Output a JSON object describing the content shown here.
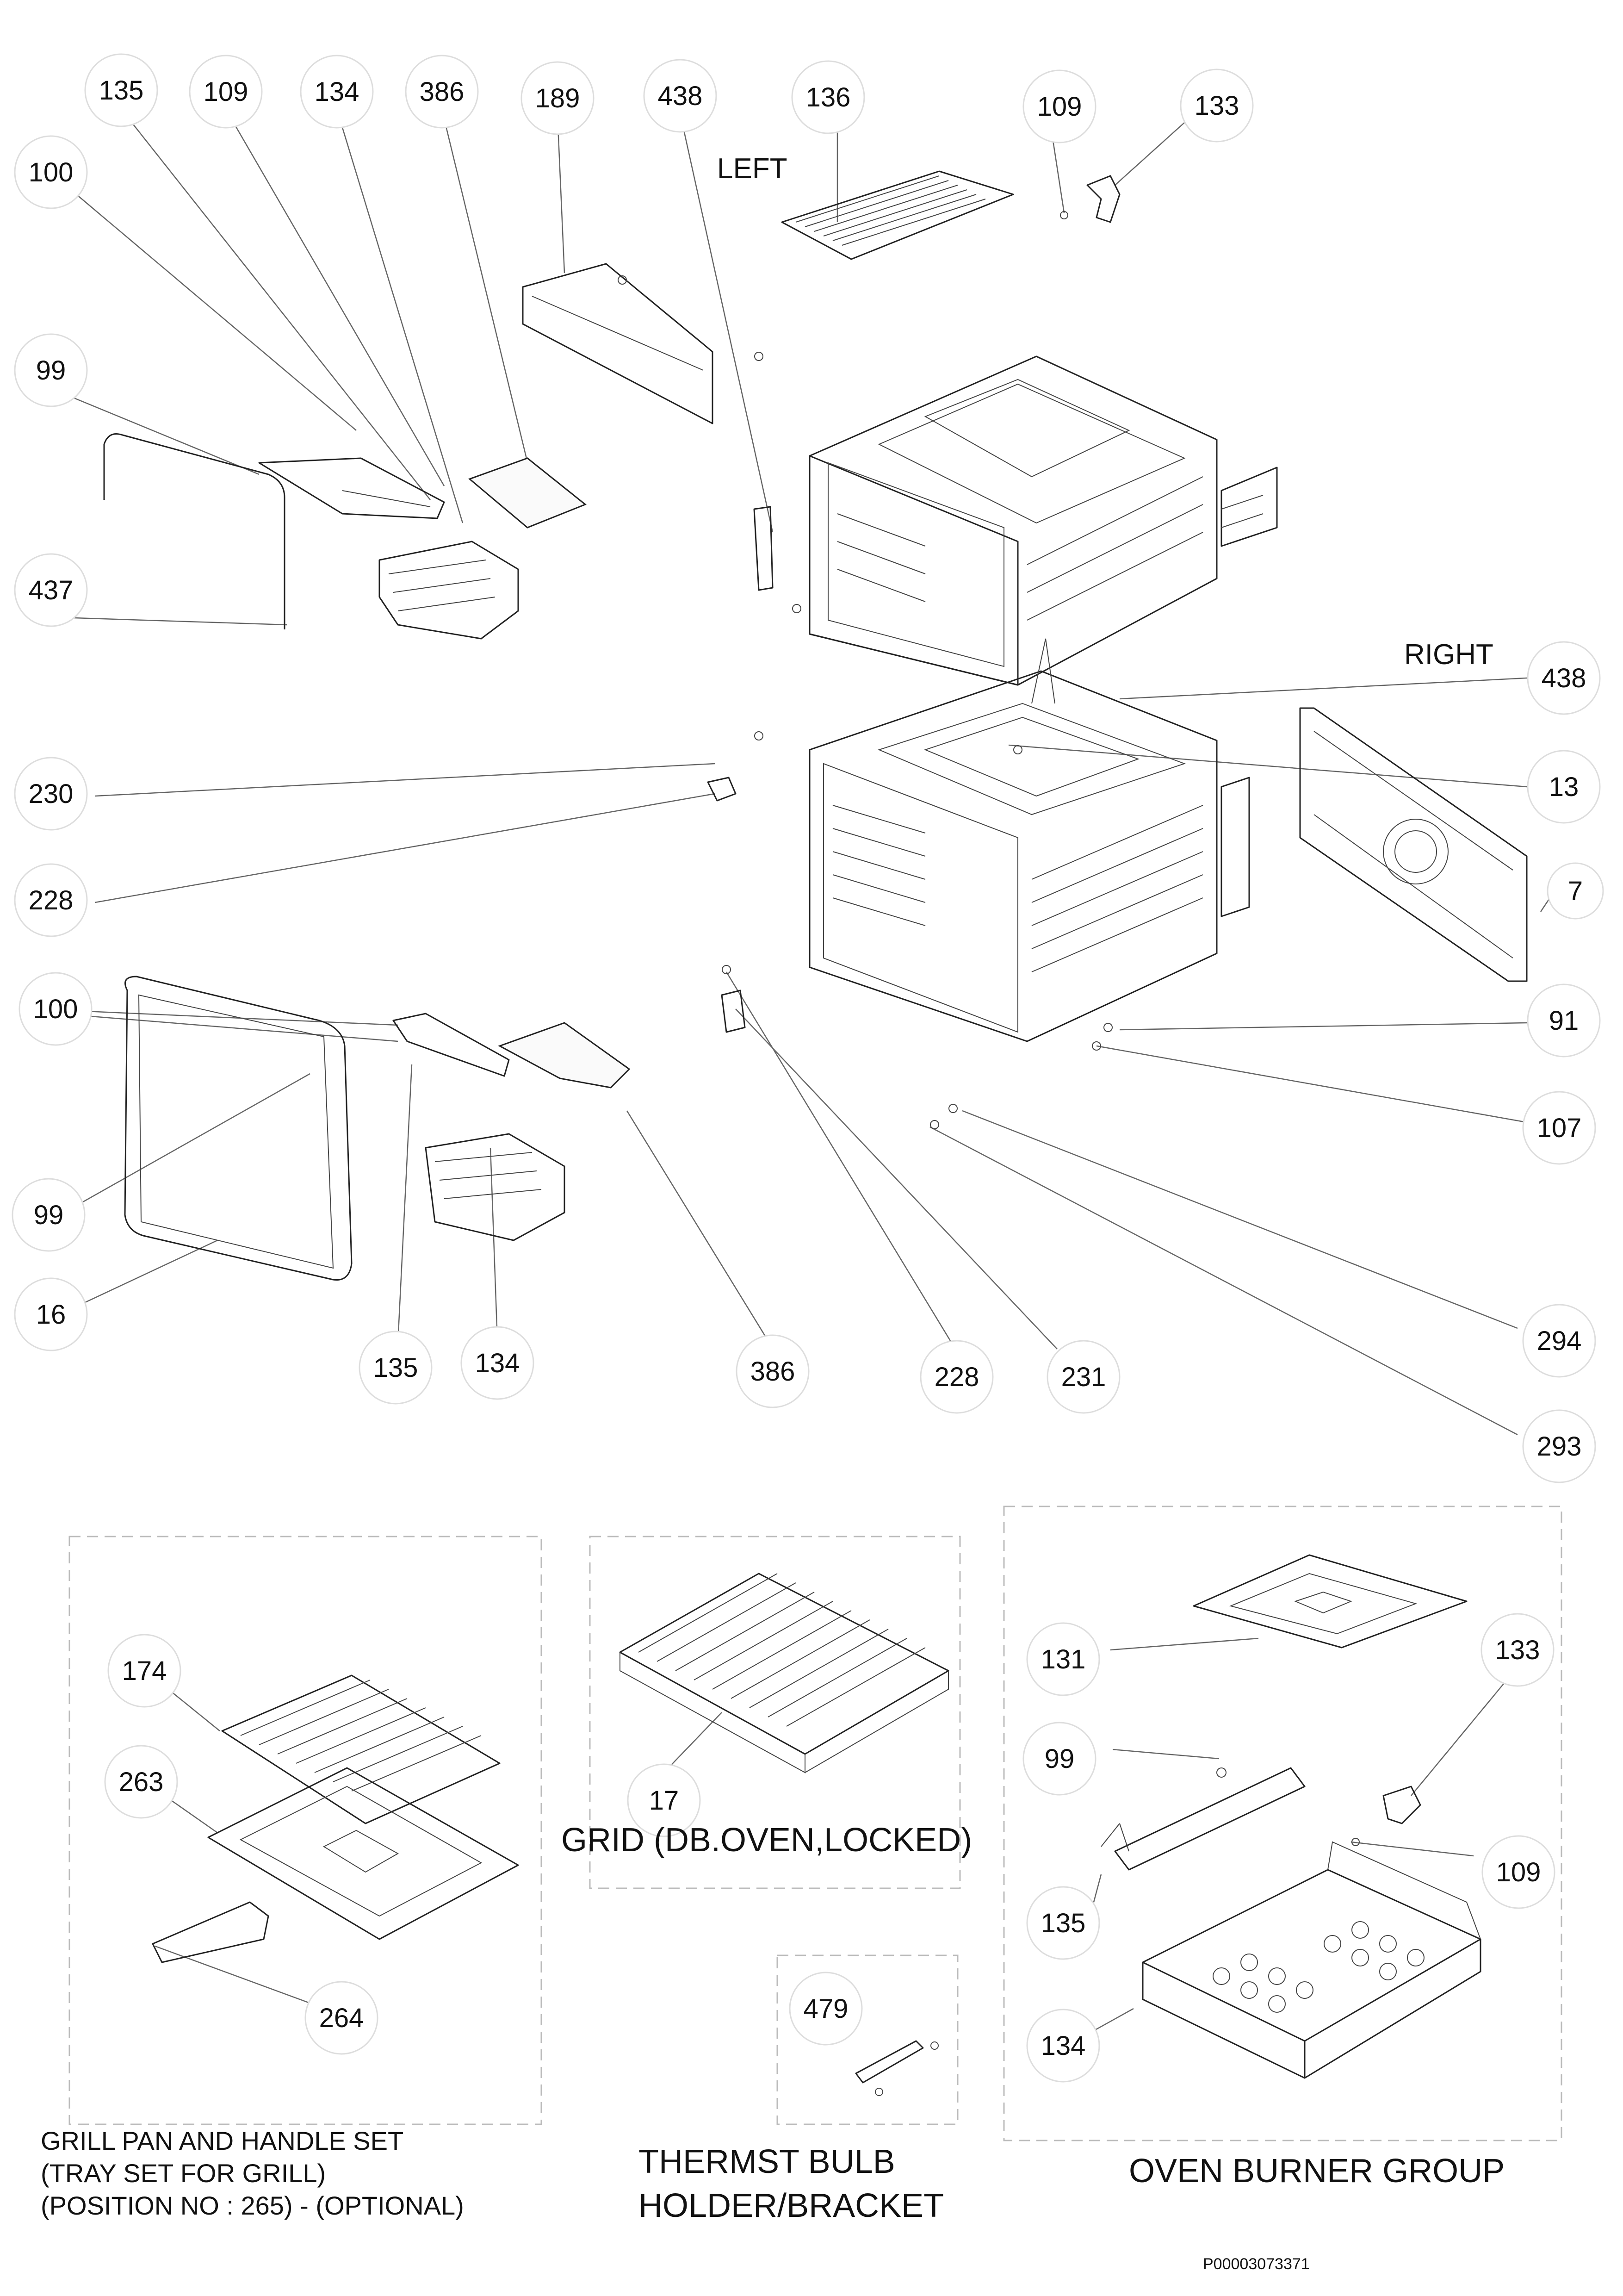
{
  "diagram": {
    "labels": {
      "left": "LEFT",
      "right": "RIGHT"
    },
    "callouts": [
      {
        "id": "c1",
        "text": "135"
      },
      {
        "id": "c2",
        "text": "109"
      },
      {
        "id": "c3",
        "text": "134"
      },
      {
        "id": "c4",
        "text": "386"
      },
      {
        "id": "c5",
        "text": "189"
      },
      {
        "id": "c6",
        "text": "438"
      },
      {
        "id": "c7",
        "text": "136"
      },
      {
        "id": "c8",
        "text": "109"
      },
      {
        "id": "c9",
        "text": "133"
      },
      {
        "id": "c10",
        "text": "100"
      },
      {
        "id": "c11",
        "text": "99"
      },
      {
        "id": "c12",
        "text": "437"
      },
      {
        "id": "c13",
        "text": "438"
      },
      {
        "id": "c14",
        "text": "13"
      },
      {
        "id": "c15",
        "text": "7"
      },
      {
        "id": "c16",
        "text": "230"
      },
      {
        "id": "c17",
        "text": "228"
      },
      {
        "id": "c18",
        "text": "100"
      },
      {
        "id": "c19",
        "text": "91"
      },
      {
        "id": "c20",
        "text": "107"
      },
      {
        "id": "c21",
        "text": "99"
      },
      {
        "id": "c22",
        "text": "16"
      },
      {
        "id": "c23",
        "text": "135"
      },
      {
        "id": "c24",
        "text": "134"
      },
      {
        "id": "c25",
        "text": "386"
      },
      {
        "id": "c26",
        "text": "228"
      },
      {
        "id": "c27",
        "text": "231"
      },
      {
        "id": "c28",
        "text": "294"
      },
      {
        "id": "c29",
        "text": "293"
      },
      {
        "id": "c30",
        "text": "174"
      },
      {
        "id": "c31",
        "text": "263"
      },
      {
        "id": "c32",
        "text": "264"
      },
      {
        "id": "c33",
        "text": "17"
      },
      {
        "id": "c34",
        "text": "479"
      },
      {
        "id": "c35",
        "text": "131"
      },
      {
        "id": "c36",
        "text": "133"
      },
      {
        "id": "c37",
        "text": "99"
      },
      {
        "id": "c38",
        "text": "109"
      },
      {
        "id": "c39",
        "text": "135"
      },
      {
        "id": "c40",
        "text": "134"
      }
    ],
    "groups": {
      "grill_pan": {
        "lines": [
          "GRILL PAN AND HANDLE SET",
          "(TRAY SET FOR GRILL)",
          "(POSITION NO : 265) - (OPTIONAL)"
        ]
      },
      "grid": {
        "caption": "GRID (DB.OVEN,LOCKED)"
      },
      "thermostat": {
        "lines": [
          "THERMST BULB",
          "HOLDER/BRACKET"
        ]
      },
      "burner": {
        "caption": "OVEN BURNER GROUP"
      }
    },
    "drawing_code": "P00003073371"
  }
}
